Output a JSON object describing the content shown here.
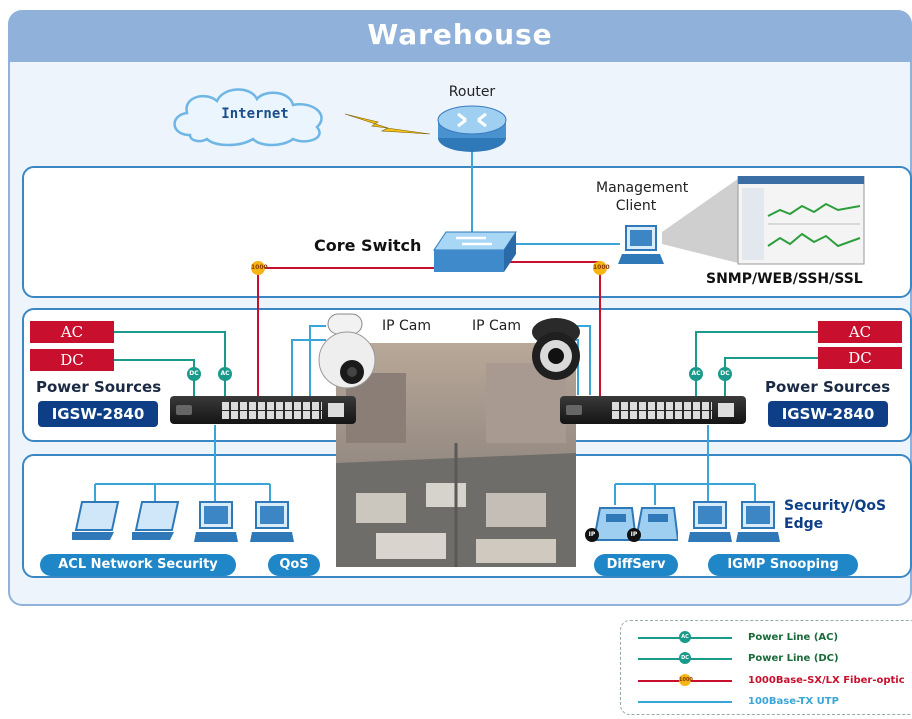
{
  "title": "Warehouse",
  "cloud_label": "Internet",
  "router_label": "Router",
  "core_switch_label": "Core Switch",
  "mgmt_label_line1": "Management",
  "mgmt_label_line2": "Client",
  "protocols_label": "SNMP/WEB/SSH/SSL",
  "fiber_badge": "1000",
  "left_stack": {
    "ac": "AC",
    "dc": "DC",
    "power_label": "Power Sources",
    "model": "IGSW-2840"
  },
  "right_stack": {
    "ac": "AC",
    "dc": "DC",
    "power_label": "Power Sources",
    "model": "IGSW-2840"
  },
  "ipcam_left": "IP Cam",
  "ipcam_right": "IP Cam",
  "badge_ac": "AC",
  "badge_dc": "DC",
  "badge_ip": "IP",
  "edge_label_line1": "Security/QoS",
  "edge_label_line2": "Edge",
  "features": {
    "acl": "ACL Network Security",
    "qos": "QoS",
    "diffserv": "DiffServ",
    "igmp": "IGMP Snooping"
  },
  "legend": [
    {
      "text": "Power Line (AC)",
      "color": "#1a9a8a",
      "badge": "AC"
    },
    {
      "text": "Power Line (DC)",
      "color": "#1a9a8a",
      "badge": "DC"
    },
    {
      "text": "1000Base-SX/LX Fiber-optic",
      "color": "#c8102e",
      "badge": "1000"
    },
    {
      "text": "100Base-TX UTP",
      "color": "#3aa6d8",
      "badge": ""
    }
  ],
  "colors": {
    "fiber": "#c8102e",
    "utp": "#3aa6d8",
    "power": "#1a9a8a",
    "panel_border": "#3a87c4",
    "model_bg": "#0e3f86",
    "feature_bg": "#1f86c7"
  }
}
